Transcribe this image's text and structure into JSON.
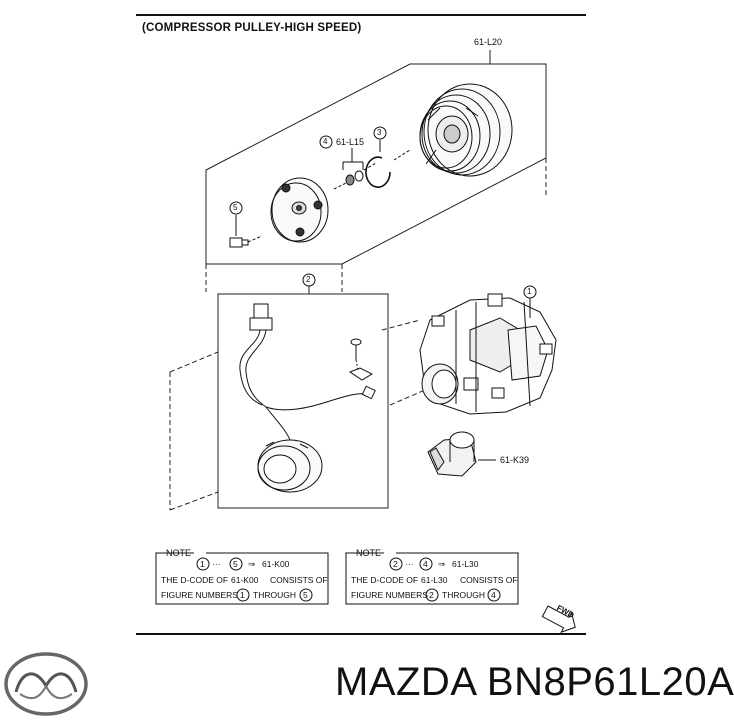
{
  "diagram": {
    "heading": "(COMPRESSOR PULLEY-HIGH SPEED)",
    "callouts": {
      "pulley_group": "61-L20",
      "seal_part": "61-L15",
      "sensor_part": "61-K39",
      "num1": "1",
      "num2": "2",
      "num3": "3",
      "num4": "4",
      "num5": "5"
    },
    "notes": [
      {
        "title": "NOTE",
        "line1_from": "1",
        "line1_to": "5",
        "line1_code": "61-K00",
        "line2_prefix": "THE D-CODE OF",
        "line2_code": "61-K00",
        "line2_suffix": "CONSISTS OF",
        "line3_prefix": "FIGURE NUMBERS",
        "line3_from": "1",
        "line3_mid": "THROUGH",
        "line3_to": "5"
      },
      {
        "title": "NOTE",
        "line1_from": "2",
        "line1_to": "4",
        "line1_code": "61-L30",
        "line2_prefix": "THE D-CODE OF",
        "line2_code": "61-L30",
        "line2_suffix": "CONSISTS OF",
        "line3_prefix": "FIGURE NUMBERS",
        "line3_from": "2",
        "line3_mid": "THROUGH",
        "line3_to": "4"
      }
    ],
    "fwd_label": "FWD"
  },
  "brand": {
    "logo_icon": "mazda-logo-icon",
    "caption": "MAZDA BN8P61L20A"
  }
}
